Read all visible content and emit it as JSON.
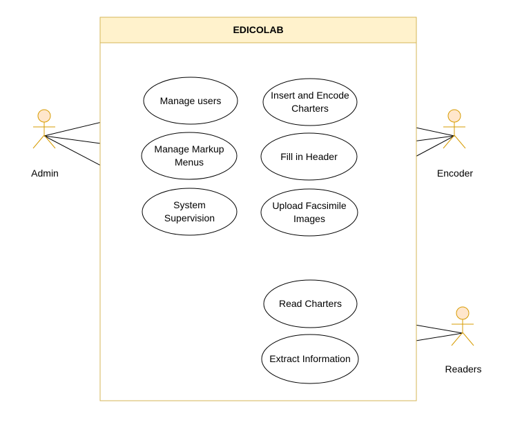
{
  "system": {
    "title": "EDICOLAB",
    "header_fill": "#fff2cc",
    "border_color": "#d6b656"
  },
  "actors": [
    {
      "name": "Admin"
    },
    {
      "name": "Encoder"
    },
    {
      "name": "Readers"
    }
  ],
  "actor_style": {
    "fill": "#ffe6cc",
    "stroke": "#d79b00"
  },
  "use_cases": [
    {
      "label": "Manage users",
      "actor": "Admin"
    },
    {
      "label": "Manage Markup\nMenus",
      "actor": "Admin"
    },
    {
      "label": "System\nSupervision",
      "actor": "Admin"
    },
    {
      "label": "Insert and Encode\nCharters",
      "actor": "Encoder"
    },
    {
      "label": "Fill in Header",
      "actor": "Encoder"
    },
    {
      "label": "Upload Facsimile\nImages",
      "actor": "Encoder"
    },
    {
      "label": "Read Charters",
      "actor": "Readers"
    },
    {
      "label": "Extract Information",
      "actor": "Readers"
    }
  ]
}
